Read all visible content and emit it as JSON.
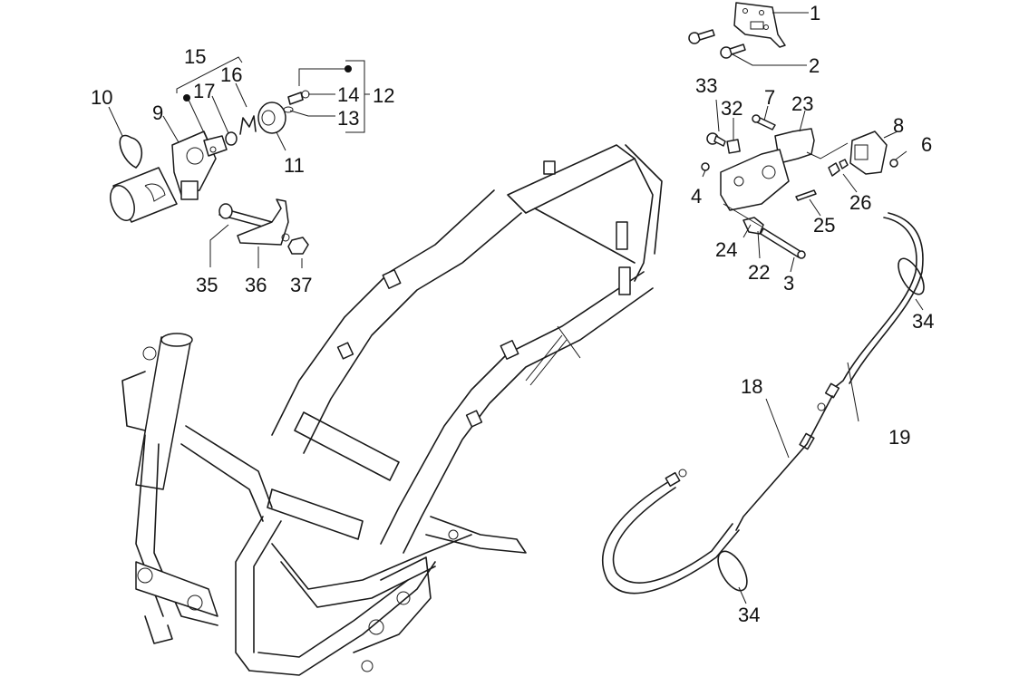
{
  "diagram": {
    "title": "",
    "type": "exploded-parts-diagram",
    "subject": "scooter frame and seat lock assembly",
    "callouts": [
      {
        "id": "c1",
        "label": "1"
      },
      {
        "id": "c2",
        "label": "2"
      },
      {
        "id": "c3",
        "label": "3"
      },
      {
        "id": "c4",
        "label": "4"
      },
      {
        "id": "c6",
        "label": "6"
      },
      {
        "id": "c7",
        "label": "7"
      },
      {
        "id": "c8",
        "label": "8"
      },
      {
        "id": "c9",
        "label": "9"
      },
      {
        "id": "c10",
        "label": "10"
      },
      {
        "id": "c11",
        "label": "11"
      },
      {
        "id": "c12",
        "label": "12"
      },
      {
        "id": "c13",
        "label": "13"
      },
      {
        "id": "c14",
        "label": "14"
      },
      {
        "id": "c15",
        "label": "15"
      },
      {
        "id": "c16",
        "label": "16"
      },
      {
        "id": "c17",
        "label": "17"
      },
      {
        "id": "c18",
        "label": "18"
      },
      {
        "id": "c19",
        "label": "19"
      },
      {
        "id": "c22",
        "label": "22"
      },
      {
        "id": "c23",
        "label": "23"
      },
      {
        "id": "c24",
        "label": "24"
      },
      {
        "id": "c25",
        "label": "25"
      },
      {
        "id": "c26",
        "label": "26"
      },
      {
        "id": "c32",
        "label": "32"
      },
      {
        "id": "c33",
        "label": "33"
      },
      {
        "id": "c34a",
        "label": "34"
      },
      {
        "id": "c34b",
        "label": "34"
      },
      {
        "id": "c35",
        "label": "35"
      },
      {
        "id": "c36",
        "label": "36"
      },
      {
        "id": "c37",
        "label": "37"
      }
    ],
    "groups": [
      {
        "label": "15",
        "members": [
          "16",
          "17"
        ],
        "marker": "bullet on 17"
      },
      {
        "label": "12",
        "members": [
          "13",
          "14"
        ],
        "marker": "bullet on 14"
      }
    ]
  }
}
